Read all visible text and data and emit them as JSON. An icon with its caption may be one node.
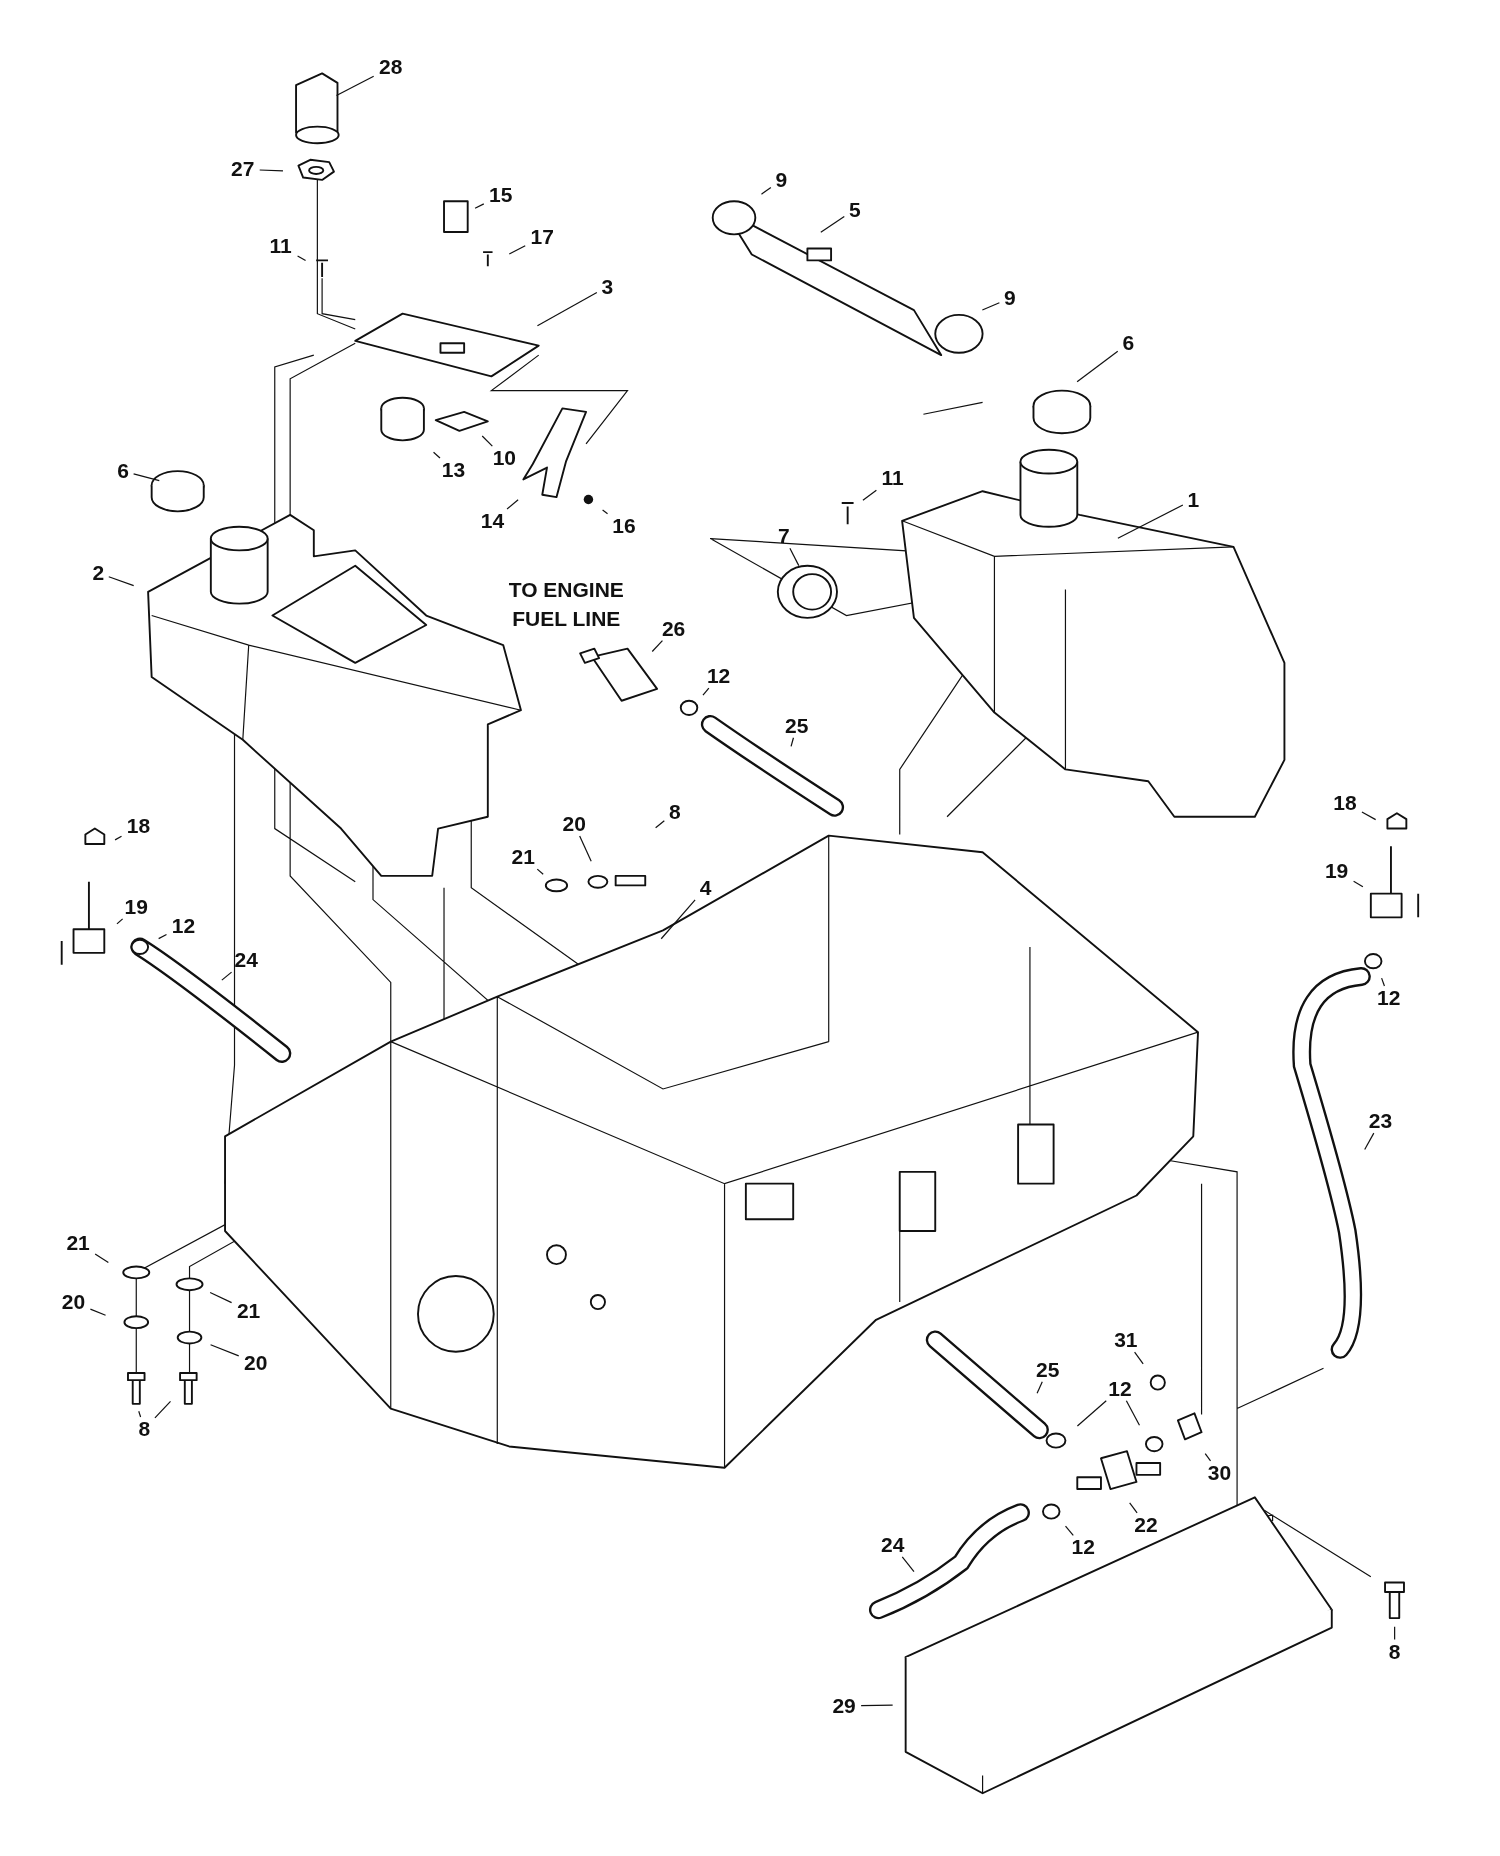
{
  "diagram": {
    "nodes": [
      {
        "text": [
          "28"
        ]
      },
      {
        "text": [
          "27"
        ]
      },
      {
        "text": [
          "15"
        ]
      },
      {
        "text": [
          "11"
        ]
      },
      {
        "text": [
          "17"
        ]
      },
      {
        "text": [
          "3"
        ]
      },
      {
        "text": [
          "9"
        ]
      },
      {
        "text": [
          "5"
        ]
      },
      {
        "text": [
          "9"
        ]
      },
      {
        "text": [
          "6"
        ]
      },
      {
        "text": [
          "13"
        ]
      },
      {
        "text": [
          "10"
        ]
      },
      {
        "text": [
          "14"
        ]
      },
      {
        "text": [
          "16"
        ]
      },
      {
        "text": [
          "6"
        ]
      },
      {
        "text": [
          "11"
        ]
      },
      {
        "text": [
          "1"
        ]
      },
      {
        "text": [
          "2"
        ]
      },
      {
        "text": [
          "7"
        ]
      },
      {
        "text": [
          "26"
        ]
      },
      {
        "text": [
          "12"
        ]
      },
      {
        "text": [
          "25"
        ]
      },
      {
        "text": [
          "18"
        ]
      },
      {
        "text": [
          "20"
        ]
      },
      {
        "text": [
          "8"
        ]
      },
      {
        "text": [
          "21"
        ]
      },
      {
        "text": [
          "4"
        ]
      },
      {
        "text": [
          "19"
        ]
      },
      {
        "text": [
          "12"
        ]
      },
      {
        "text": [
          "24"
        ]
      },
      {
        "text": [
          "18"
        ]
      },
      {
        "text": [
          "19"
        ]
      },
      {
        "text": [
          "12"
        ]
      },
      {
        "text": [
          "23"
        ]
      },
      {
        "text": [
          "21"
        ]
      },
      {
        "text": [
          "21"
        ]
      },
      {
        "text": [
          "20"
        ]
      },
      {
        "text": [
          "20"
        ]
      },
      {
        "text": [
          "8"
        ]
      },
      {
        "text": [
          "31"
        ]
      },
      {
        "text": [
          "25"
        ]
      },
      {
        "text": [
          "12"
        ]
      },
      {
        "text": [
          "30"
        ]
      },
      {
        "text": [
          "22"
        ]
      },
      {
        "text": [
          "12"
        ]
      },
      {
        "text": [
          "24"
        ]
      },
      {
        "text": [
          "8"
        ]
      },
      {
        "text": [
          "29"
        ]
      }
    ],
    "edges": [
      {
        "from": 0,
        "to": null,
        "arrow": "none"
      },
      {
        "from": 1,
        "to": null,
        "arrow": "none"
      },
      {
        "from": 2,
        "to": null,
        "arrow": "none"
      },
      {
        "from": 3,
        "to": null,
        "arrow": "none"
      },
      {
        "from": 4,
        "to": null,
        "arrow": "none"
      },
      {
        "from": 5,
        "to": null,
        "arrow": "none"
      },
      {
        "from": 6,
        "to": null,
        "arrow": "none"
      },
      {
        "from": 7,
        "to": null,
        "arrow": "none"
      },
      {
        "from": 8,
        "to": null,
        "arrow": "none"
      },
      {
        "from": 9,
        "to": null,
        "arrow": "none"
      },
      {
        "from": 10,
        "to": null,
        "arrow": "none"
      },
      {
        "from": 11,
        "to": null,
        "arrow": "none"
      },
      {
        "from": 12,
        "to": null,
        "arrow": "none"
      },
      {
        "from": 13,
        "to": null,
        "arrow": "none"
      },
      {
        "from": 14,
        "to": null,
        "arrow": "none"
      },
      {
        "from": 15,
        "to": null,
        "arrow": "none"
      },
      {
        "from": 16,
        "to": null,
        "arrow": "none"
      },
      {
        "from": 17,
        "to": null,
        "arrow": "none"
      },
      {
        "from": 18,
        "to": null,
        "arrow": "none"
      },
      {
        "from": 19,
        "to": null,
        "arrow": "none"
      },
      {
        "from": 20,
        "to": null,
        "arrow": "none"
      },
      {
        "from": 21,
        "to": null,
        "arrow": "none"
      },
      {
        "from": 22,
        "to": null,
        "arrow": "none"
      },
      {
        "from": 23,
        "to": null,
        "arrow": "none"
      },
      {
        "from": 24,
        "to": null,
        "arrow": "none"
      },
      {
        "from": 25,
        "to": null,
        "arrow": "none"
      },
      {
        "from": 26,
        "to": null,
        "arrow": "none"
      },
      {
        "from": 27,
        "to": null,
        "arrow": "none"
      },
      {
        "from": 28,
        "to": null,
        "arrow": "none"
      },
      {
        "from": 29,
        "to": null,
        "arrow": "none"
      },
      {
        "from": 30,
        "to": null,
        "arrow": "none"
      },
      {
        "from": 31,
        "to": null,
        "arrow": "none"
      },
      {
        "from": 32,
        "to": null,
        "arrow": "none"
      },
      {
        "from": 33,
        "to": null,
        "arrow": "none"
      },
      {
        "from": 34,
        "to": null,
        "arrow": "none"
      },
      {
        "from": 35,
        "to": null,
        "arrow": "none"
      },
      {
        "from": 36,
        "to": null,
        "arrow": "none"
      },
      {
        "from": 37,
        "to": null,
        "arrow": "none"
      },
      {
        "from": 38,
        "to": null,
        "arrow": "none"
      },
      {
        "from": 39,
        "to": null,
        "arrow": "none"
      },
      {
        "from": 40,
        "to": null,
        "arrow": "none"
      },
      {
        "from": 41,
        "to": null,
        "arrow": "none"
      },
      {
        "from": 42,
        "to": null,
        "arrow": "none"
      },
      {
        "from": 43,
        "to": null,
        "arrow": "none"
      },
      {
        "from": 44,
        "to": null,
        "arrow": "none"
      },
      {
        "from": 45,
        "to": null,
        "arrow": "none"
      },
      {
        "from": 46,
        "to": null,
        "arrow": "none"
      },
      {
        "from": 47,
        "to": null,
        "arrow": "none"
      },
      {
        "from": 38,
        "to": null,
        "arrow": "none"
      },
      {
        "from": 41,
        "to": null,
        "arrow": "none"
      }
    ],
    "labels": [
      "TO ENGINE FUEL LINE"
    ]
  }
}
